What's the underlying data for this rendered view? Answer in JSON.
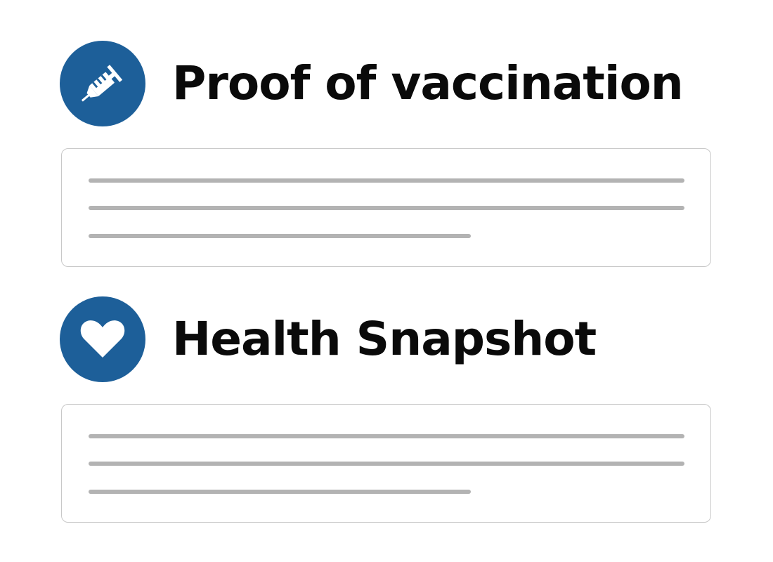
{
  "sections": [
    {
      "title": "Proof of vaccination",
      "icon": "syringe-icon",
      "card": {
        "lines": [
          "full",
          "full",
          "short"
        ]
      }
    },
    {
      "title": "Health Snapshot",
      "icon": "heart-icon",
      "card": {
        "lines": [
          "full",
          "full",
          "short"
        ]
      }
    }
  ],
  "colors": {
    "accent": "#1d5f99",
    "placeholder_line": "#b3b3b3",
    "card_border": "#c8c8c8",
    "title_text": "#0a0a0a"
  }
}
